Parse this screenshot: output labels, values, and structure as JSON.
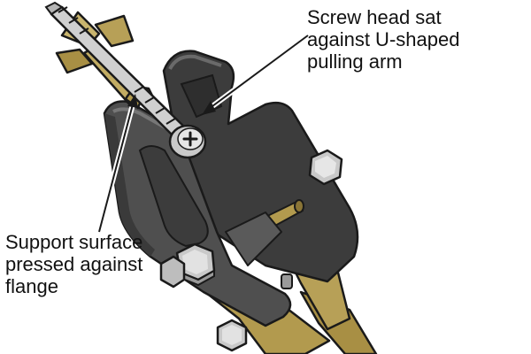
{
  "colors": {
    "outline": "#1a1a1a",
    "pliers_dark": "#3c3c3c",
    "pliers_mid": "#4f4f4f",
    "pliers_light": "#6a6a6a",
    "brass": "#b29a4e",
    "brass_light": "#cdb978",
    "brass_dark": "#8a7536",
    "steel": "#c9c9c9",
    "steel_light": "#e6e6e6",
    "steel_dark": "#9a9a9a",
    "leader_line": "#1a1a1a"
  },
  "callouts": {
    "screw_head": {
      "lines": [
        "Screw head sat",
        "against U-shaped",
        "pulling arm"
      ]
    },
    "support_surface": {
      "lines": [
        "Support surface",
        "pressed against",
        "flange"
      ]
    }
  },
  "icons": {
    "screw_head": "phillips-cross",
    "toggle_anchor": "spring-toggle-wings"
  }
}
